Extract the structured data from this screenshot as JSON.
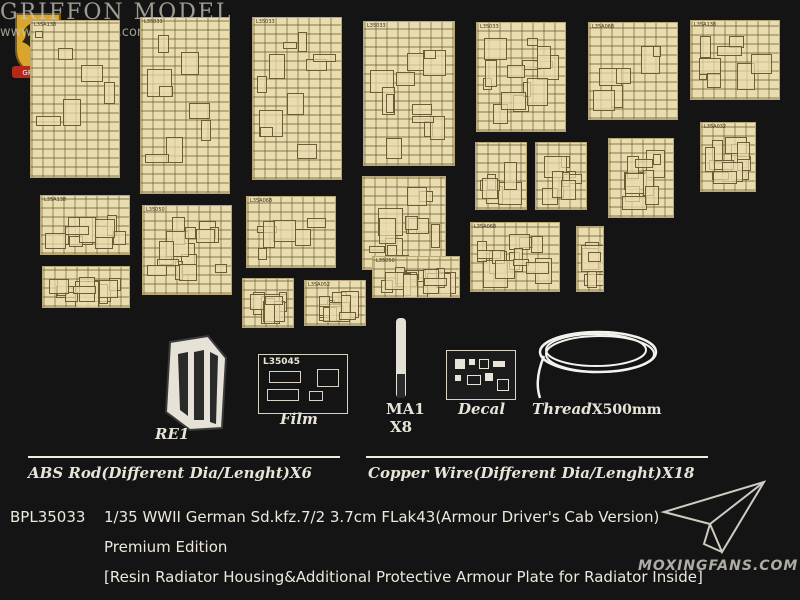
{
  "brand": {
    "name": "GRIFFON MODEL",
    "url": "www.griffonmodel.com",
    "badge": "GRIFFON"
  },
  "frets": [
    {
      "code": "L35A138"
    },
    {
      "code": "L35033"
    },
    {
      "code": "L35033"
    },
    {
      "code": "L35033"
    },
    {
      "code": "L35033"
    },
    {
      "code": "L35A068"
    },
    {
      "code": "L35A138"
    },
    {
      "code": "L35A138"
    },
    {
      "code": "L35050"
    },
    {
      "code": "L35A068"
    },
    {
      "code": "L35A052"
    },
    {
      "code": "L35050"
    },
    {
      "code": "L35A032"
    },
    {
      "code": "L35A068"
    },
    {
      "code": "L35050"
    }
  ],
  "items": {
    "re1": "RE1",
    "film": "Film",
    "film_code": "L35045",
    "ma1": "MA1",
    "ma1_qty": "X8",
    "decal": "Decal",
    "thread": "Thread",
    "thread_qty": "X500mm"
  },
  "rods": {
    "abs": "ABS Rod(Different Dia/Lenght)X6",
    "copper": "Copper Wire(Different Dia/Lenght)X18"
  },
  "product": {
    "code": "BPL35033",
    "title": "1/35 WWII German Sd.kfz.7/2 3.7cm FLak43(Armour Driver's Cab Version)",
    "edition": "Premium Edition",
    "contents": "[Resin Radiator Housing&Additional Protective Armour Plate for Radiator Inside]"
  },
  "watermark": "MOXINGFANS.COM"
}
